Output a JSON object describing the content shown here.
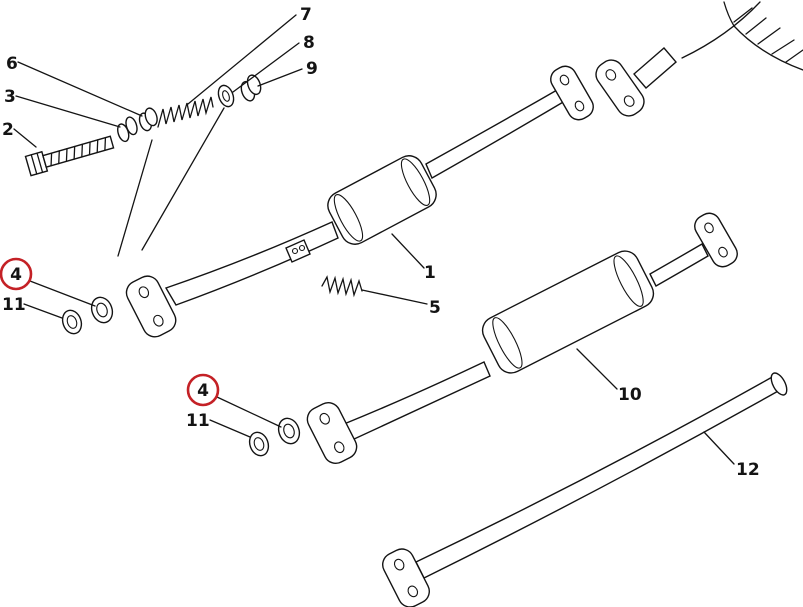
{
  "callouts": {
    "c1": "1",
    "c2": "2",
    "c3": "3",
    "c4_left": "4",
    "c4_mid": "4",
    "c5": "5",
    "c6": "6",
    "c7": "7",
    "c8": "8",
    "c9": "9",
    "c10": "10",
    "c11_left": "11",
    "c11_mid": "11",
    "c12": "12"
  },
  "colors": {
    "ink": "#141414",
    "highlight": "#c42126",
    "paper": "#ffffff"
  }
}
